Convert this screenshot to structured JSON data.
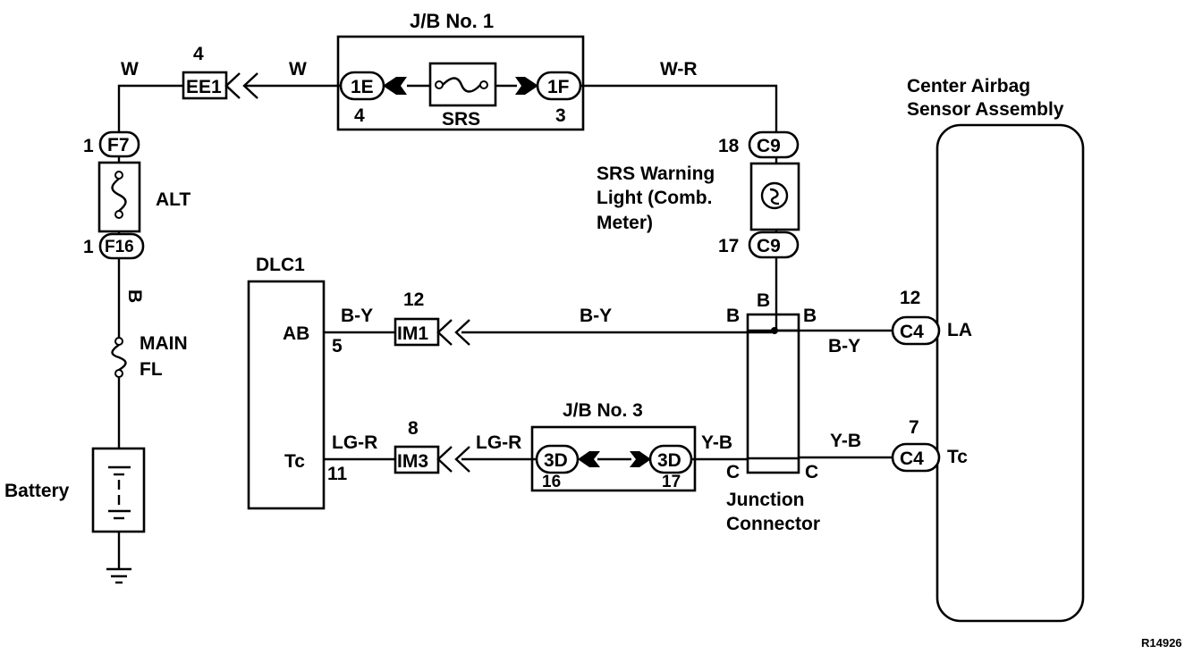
{
  "labels": {
    "jb1": "J/B No. 1",
    "jb3": "J/B No. 3",
    "srs_fuse": "SRS",
    "alt_fuse": "ALT",
    "main_fl_1": "MAIN",
    "main_fl_2": "FL",
    "battery": "Battery",
    "dlc1": "DLC1",
    "dlc_ab": "AB",
    "dlc_tc": "Tc",
    "warn_1": "SRS Warning",
    "warn_2": "Light (Comb.",
    "warn_3": "Meter)",
    "jc_1": "Junction",
    "jc_2": "Connector",
    "airbag_1": "Center Airbag",
    "airbag_2": "Sensor Assembly",
    "airbag_la": "LA",
    "airbag_tc": "Tc",
    "ref_code": "R14926"
  },
  "connectors": {
    "ee1": "EE1",
    "f7": "F7",
    "f16": "F16",
    "jb1_1e": "1E",
    "jb1_1f": "1F",
    "c9_top": "C9",
    "c9_bot": "C9",
    "im1": "IM1",
    "im3": "IM3",
    "jb3_3d_l": "3D",
    "jb3_3d_r": "3D",
    "c4_top": "C4",
    "c4_bot": "C4"
  },
  "pins": {
    "ee1": "4",
    "f7": "1",
    "f16": "1",
    "jb1_1e": "4",
    "jb1_1f": "3",
    "c9_top": "18",
    "c9_bot": "17",
    "im1": "12",
    "dlc_ab": "5",
    "im3": "8",
    "dlc_tc": "11",
    "jb3_l": "16",
    "jb3_r": "17",
    "c4_top": "12",
    "c4_bot": "7"
  },
  "wires": {
    "w_left": "W",
    "w_ee1": "W",
    "w_r": "W-R",
    "b_vert": "B",
    "b_jc_top": "B",
    "b_jc_left": "B",
    "b_jc_right": "B",
    "by_dlc": "B-Y",
    "by_mid": "B-Y",
    "by_right": "B-Y",
    "lgr_dlc": "LG-R",
    "lgr_mid": "LG-R",
    "yb_left": "Y-B",
    "yb_right": "Y-B",
    "c_left": "C",
    "c_right": "C"
  }
}
